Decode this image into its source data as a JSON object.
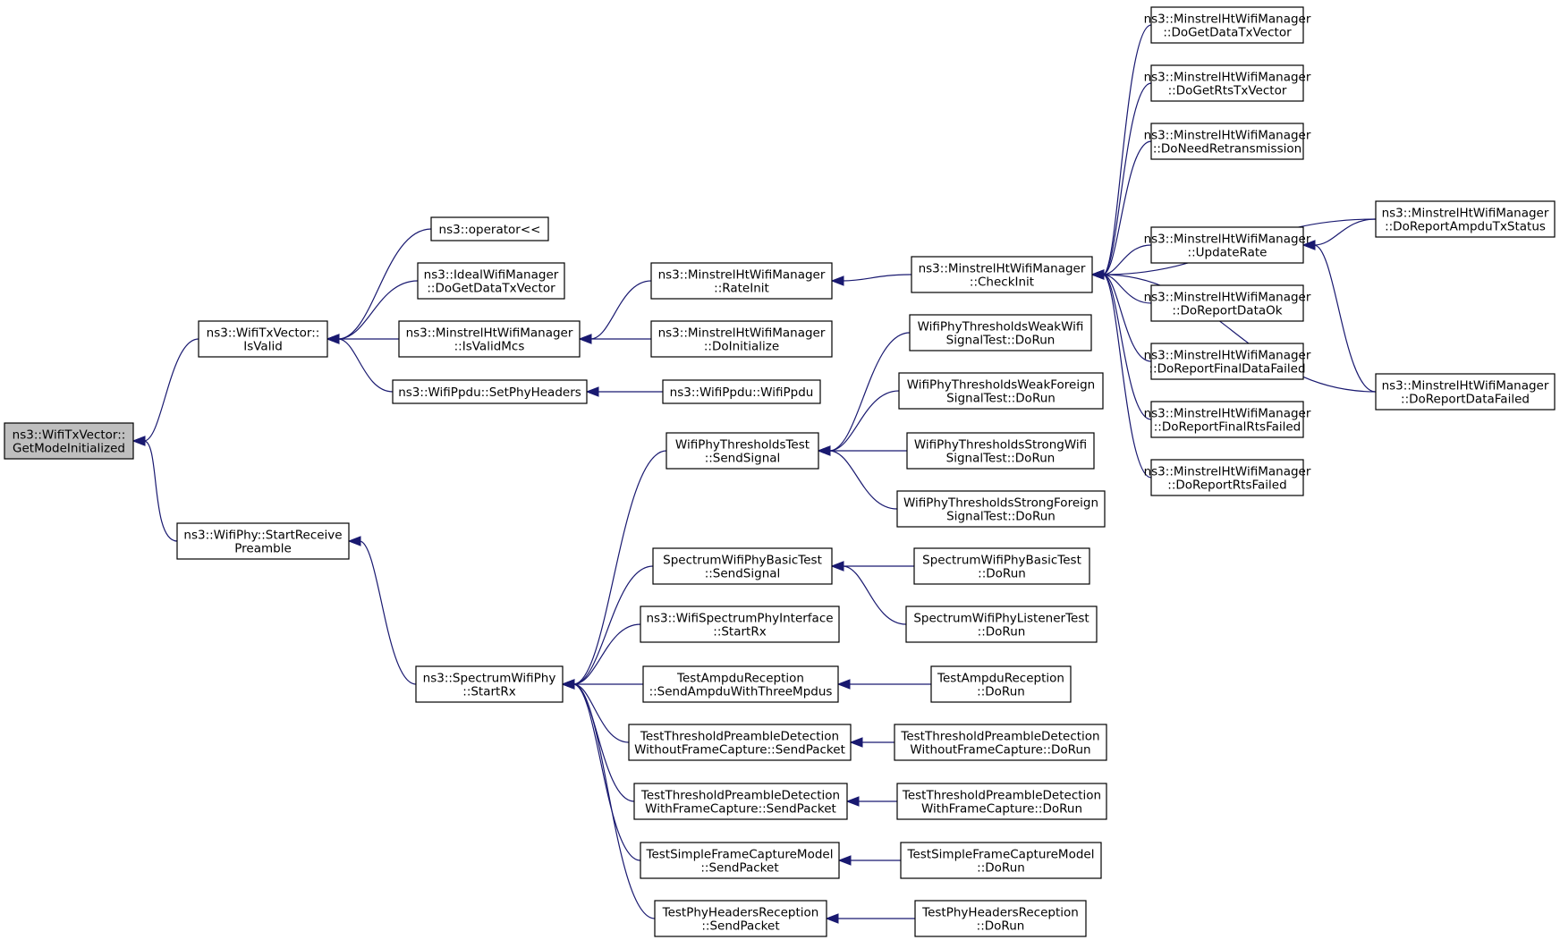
{
  "graph": {
    "title": "",
    "nodes": [
      {
        "id": "root",
        "lines": [
          "ns3::WifiTxVector::",
          "GetModeInitialized"
        ],
        "root": true
      },
      {
        "id": "isvalid",
        "lines": [
          "ns3::WifiTxVector::",
          "IsValid"
        ]
      },
      {
        "id": "startreceive",
        "lines": [
          "ns3::WifiPhy::StartReceive",
          "Preamble"
        ]
      },
      {
        "id": "operator",
        "lines": [
          "ns3::operator<<"
        ]
      },
      {
        "id": "idealdoget",
        "lines": [
          "ns3::IdealWifiManager",
          "::DoGetDataTxVector"
        ]
      },
      {
        "id": "isvalidmcs",
        "lines": [
          "ns3::MinstrelHtWifiManager",
          "::IsValidMcs"
        ]
      },
      {
        "id": "setphyheaders",
        "lines": [
          "ns3::WifiPpdu::SetPhyHeaders"
        ]
      },
      {
        "id": "rateinit",
        "lines": [
          "ns3::MinstrelHtWifiManager",
          "::RateInit"
        ]
      },
      {
        "id": "doinitialize",
        "lines": [
          "ns3::MinstrelHtWifiManager",
          "::DoInitialize"
        ]
      },
      {
        "id": "wifippdu",
        "lines": [
          "ns3::WifiPpdu::WifiPpdu"
        ]
      },
      {
        "id": "checkinit",
        "lines": [
          "ns3::MinstrelHtWifiManager",
          "::CheckInit"
        ]
      },
      {
        "id": "dogetdatatx",
        "lines": [
          "ns3::MinstrelHtWifiManager",
          "::DoGetDataTxVector"
        ]
      },
      {
        "id": "dogetrtstx",
        "lines": [
          "ns3::MinstrelHtWifiManager",
          "::DoGetRtsTxVector"
        ]
      },
      {
        "id": "doneedretrans",
        "lines": [
          "ns3::MinstrelHtWifiManager",
          "::DoNeedRetransmission"
        ]
      },
      {
        "id": "updaterate",
        "lines": [
          "ns3::MinstrelHtWifiManager",
          "::UpdateRate"
        ]
      },
      {
        "id": "doreportdataok",
        "lines": [
          "ns3::MinstrelHtWifiManager",
          "::DoReportDataOk"
        ]
      },
      {
        "id": "doreportfinaldata",
        "lines": [
          "ns3::MinstrelHtWifiManager",
          "::DoReportFinalDataFailed"
        ]
      },
      {
        "id": "doreportfinalrts",
        "lines": [
          "ns3::MinstrelHtWifiManager",
          "::DoReportFinalRtsFailed"
        ]
      },
      {
        "id": "doreportrts",
        "lines": [
          "ns3::MinstrelHtWifiManager",
          "::DoReportRtsFailed"
        ]
      },
      {
        "id": "doreportampdu",
        "lines": [
          "ns3::MinstrelHtWifiManager",
          "::DoReportAmpduTxStatus"
        ]
      },
      {
        "id": "doreportdatafailed",
        "lines": [
          "ns3::MinstrelHtWifiManager",
          "::DoReportDataFailed"
        ]
      },
      {
        "id": "spectrumstartrx",
        "lines": [
          "ns3::SpectrumWifiPhy",
          "::StartRx"
        ]
      },
      {
        "id": "thresholdssend",
        "lines": [
          "WifiPhyThresholdsTest",
          "::SendSignal"
        ]
      },
      {
        "id": "weakwifi",
        "lines": [
          "WifiPhyThresholdsWeakWifi",
          "SignalTest::DoRun"
        ]
      },
      {
        "id": "weakforeign",
        "lines": [
          "WifiPhyThresholdsWeakForeign",
          "SignalTest::DoRun"
        ]
      },
      {
        "id": "strongwifi",
        "lines": [
          "WifiPhyThresholdsStrongWifi",
          "SignalTest::DoRun"
        ]
      },
      {
        "id": "strongforeign",
        "lines": [
          "WifiPhyThresholdsStrongForeign",
          "SignalTest::DoRun"
        ]
      },
      {
        "id": "spectrumbasicsend",
        "lines": [
          "SpectrumWifiPhyBasicTest",
          "::SendSignal"
        ]
      },
      {
        "id": "spectrumbasicrun",
        "lines": [
          "SpectrumWifiPhyBasicTest",
          "::DoRun"
        ]
      },
      {
        "id": "spectrumlistener",
        "lines": [
          "SpectrumWifiPhyListenerTest",
          "::DoRun"
        ]
      },
      {
        "id": "spectrumphyif",
        "lines": [
          "ns3::WifiSpectrumPhyInterface",
          "::StartRx"
        ]
      },
      {
        "id": "ampdusend",
        "lines": [
          "TestAmpduReception",
          "::SendAmpduWithThreeMpdus"
        ]
      },
      {
        "id": "ampdurun",
        "lines": [
          "TestAmpduReception",
          "::DoRun"
        ]
      },
      {
        "id": "thrwithoutsend",
        "lines": [
          "TestThresholdPreambleDetection",
          "WithoutFrameCapture::SendPacket"
        ]
      },
      {
        "id": "thrwithoutrun",
        "lines": [
          "TestThresholdPreambleDetection",
          "WithoutFrameCapture::DoRun"
        ]
      },
      {
        "id": "thrwithsend",
        "lines": [
          "TestThresholdPreambleDetection",
          "WithFrameCapture::SendPacket"
        ]
      },
      {
        "id": "thrwithrun",
        "lines": [
          "TestThresholdPreambleDetection",
          "WithFrameCapture::DoRun"
        ]
      },
      {
        "id": "simplesend",
        "lines": [
          "TestSimpleFrameCaptureModel",
          "::SendPacket"
        ]
      },
      {
        "id": "simplerun",
        "lines": [
          "TestSimpleFrameCaptureModel",
          "::DoRun"
        ]
      },
      {
        "id": "phyheaderssend",
        "lines": [
          "TestPhyHeadersReception",
          "::SendPacket"
        ]
      },
      {
        "id": "phyheadersrun",
        "lines": [
          "TestPhyHeadersReception",
          "::DoRun"
        ]
      }
    ],
    "edges": [
      [
        "isvalid",
        "root"
      ],
      [
        "startreceive",
        "root"
      ],
      [
        "operator",
        "isvalid"
      ],
      [
        "idealdoget",
        "isvalid"
      ],
      [
        "isvalidmcs",
        "isvalid"
      ],
      [
        "setphyheaders",
        "isvalid"
      ],
      [
        "rateinit",
        "isvalidmcs"
      ],
      [
        "doinitialize",
        "isvalidmcs"
      ],
      [
        "wifippdu",
        "setphyheaders"
      ],
      [
        "checkinit",
        "rateinit"
      ],
      [
        "dogetdatatx",
        "checkinit"
      ],
      [
        "dogetrtstx",
        "checkinit"
      ],
      [
        "doneedretrans",
        "checkinit"
      ],
      [
        "doreportampdu",
        "checkinit"
      ],
      [
        "updaterate",
        "checkinit"
      ],
      [
        "doreportdataok",
        "checkinit"
      ],
      [
        "doreportfinaldata",
        "checkinit"
      ],
      [
        "doreportfinalrts",
        "checkinit"
      ],
      [
        "doreportrts",
        "checkinit"
      ],
      [
        "doreportdatafailed",
        "checkinit"
      ],
      [
        "doreportampdu",
        "updaterate"
      ],
      [
        "doreportdatafailed",
        "updaterate"
      ],
      [
        "spectrumstartrx",
        "startreceive"
      ],
      [
        "thresholdssend",
        "spectrumstartrx"
      ],
      [
        "spectrumbasicsend",
        "spectrumstartrx"
      ],
      [
        "spectrumphyif",
        "spectrumstartrx"
      ],
      [
        "ampdusend",
        "spectrumstartrx"
      ],
      [
        "thrwithoutsend",
        "spectrumstartrx"
      ],
      [
        "thrwithsend",
        "spectrumstartrx"
      ],
      [
        "simplesend",
        "spectrumstartrx"
      ],
      [
        "phyheaderssend",
        "spectrumstartrx"
      ],
      [
        "weakwifi",
        "thresholdssend"
      ],
      [
        "weakforeign",
        "thresholdssend"
      ],
      [
        "strongwifi",
        "thresholdssend"
      ],
      [
        "strongforeign",
        "thresholdssend"
      ],
      [
        "spectrumbasicrun",
        "spectrumbasicsend"
      ],
      [
        "spectrumlistener",
        "spectrumbasicsend"
      ],
      [
        "ampdurun",
        "ampdusend"
      ],
      [
        "thrwithoutrun",
        "thrwithoutsend"
      ],
      [
        "thrwithrun",
        "thrwithsend"
      ],
      [
        "simplerun",
        "simplesend"
      ],
      [
        "phyheadersrun",
        "phyheaderssend"
      ]
    ],
    "colors": {
      "edge": "#191970",
      "root_fill": "#bfbfbf",
      "node_fill": "#ffffff",
      "node_border": "#000000"
    }
  }
}
